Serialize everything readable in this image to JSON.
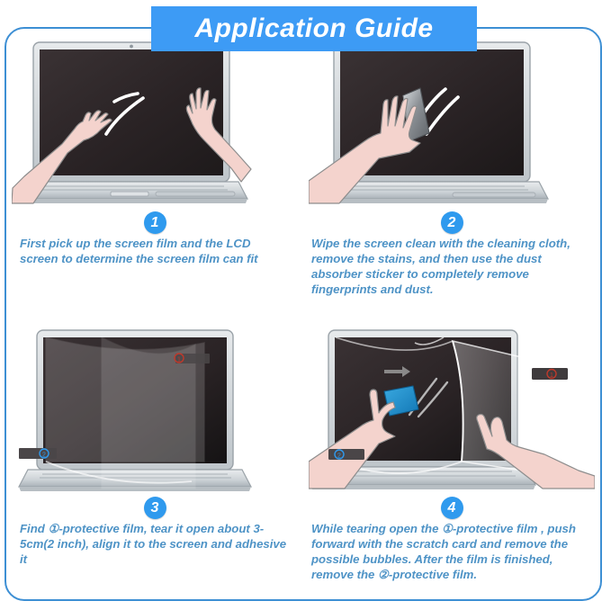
{
  "header": {
    "title": "Application Guide",
    "banner_color": "#3d9bf5",
    "frame_border_color": "#3d8fd4"
  },
  "theme": {
    "caption_color": "#4e93c6",
    "badge_color": "#2f9aee",
    "hand_color": "#f4d3cd",
    "hand_outline": "#8a8a8a",
    "screen_dark": "#2b2526",
    "laptop_body": "#cdd2d6",
    "scratch_card_color": "#1f8fd0",
    "tab_one_marker_color": "#c0392b",
    "tab_two_marker_color": "#2f9aee"
  },
  "steps": [
    {
      "number": "1",
      "badge_label": "1",
      "text": "First pick up the screen film and the LCD screen to determine the screen film can fit",
      "illustration": "laptop-two-hands-holding-film"
    },
    {
      "number": "2",
      "badge_label": "2",
      "text": "Wipe the screen clean with the cleaning cloth, remove the stains, and then use the dust absorber sticker to completely remove fingerprints and dust.",
      "illustration": "laptop-hand-wiping-with-cloth"
    },
    {
      "number": "3",
      "badge_label": "3",
      "text": "Find ①-protective film, tear it open about 3-5cm(2 inch), align it to the screen and adhesive it",
      "illustration": "laptop-film-with-tabs"
    },
    {
      "number": "4",
      "badge_label": "4",
      "text": "While tearing open the ①-protective film , push forward with the scratch card and remove the possible bubbles. After the film is finished, remove the ②-protective film.",
      "illustration": "laptop-peeling-film-with-scratch-card"
    }
  ],
  "film_tabs": {
    "tab_one_label": "①",
    "tab_two_label": "②"
  }
}
